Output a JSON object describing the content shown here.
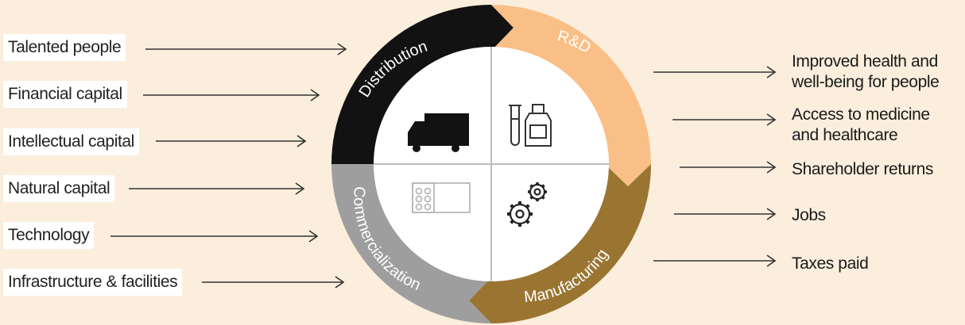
{
  "inputs": [
    {
      "label": "Talented people"
    },
    {
      "label": "Financial capital"
    },
    {
      "label": "Intellectual capital"
    },
    {
      "label": "Natural capital"
    },
    {
      "label": "Technology"
    },
    {
      "label": "Infrastructure & facilities"
    }
  ],
  "outputs": [
    {
      "line1": "Improved health and",
      "line2": "well-being for people"
    },
    {
      "line1": "Access to medicine",
      "line2": "and healthcare"
    },
    {
      "line1": "Shareholder returns",
      "line2": ""
    },
    {
      "line1": "Jobs",
      "line2": ""
    },
    {
      "line1": "Taxes paid",
      "line2": ""
    }
  ],
  "cycle": {
    "segments": [
      {
        "label": "Distribution",
        "color": "#121212",
        "text_color": "#ffffff",
        "icon": "truck-icon"
      },
      {
        "label": "R&D",
        "color": "#f9bf86",
        "text_color": "#ffffff",
        "icon": "test-tube-vial-icon"
      },
      {
        "label": "Manufacturing",
        "color": "#9a7532",
        "text_color": "#ffffff",
        "icon": "gears-icon"
      },
      {
        "label": "Commercialization",
        "color": "#9e9e9e",
        "text_color": "#ffffff",
        "icon": "blister-pack-icon"
      }
    ],
    "center_color": "#ffffff",
    "divider_color": "#bdbdbd"
  },
  "colors": {
    "background": "#fbeedd",
    "arrow": "#333333"
  }
}
